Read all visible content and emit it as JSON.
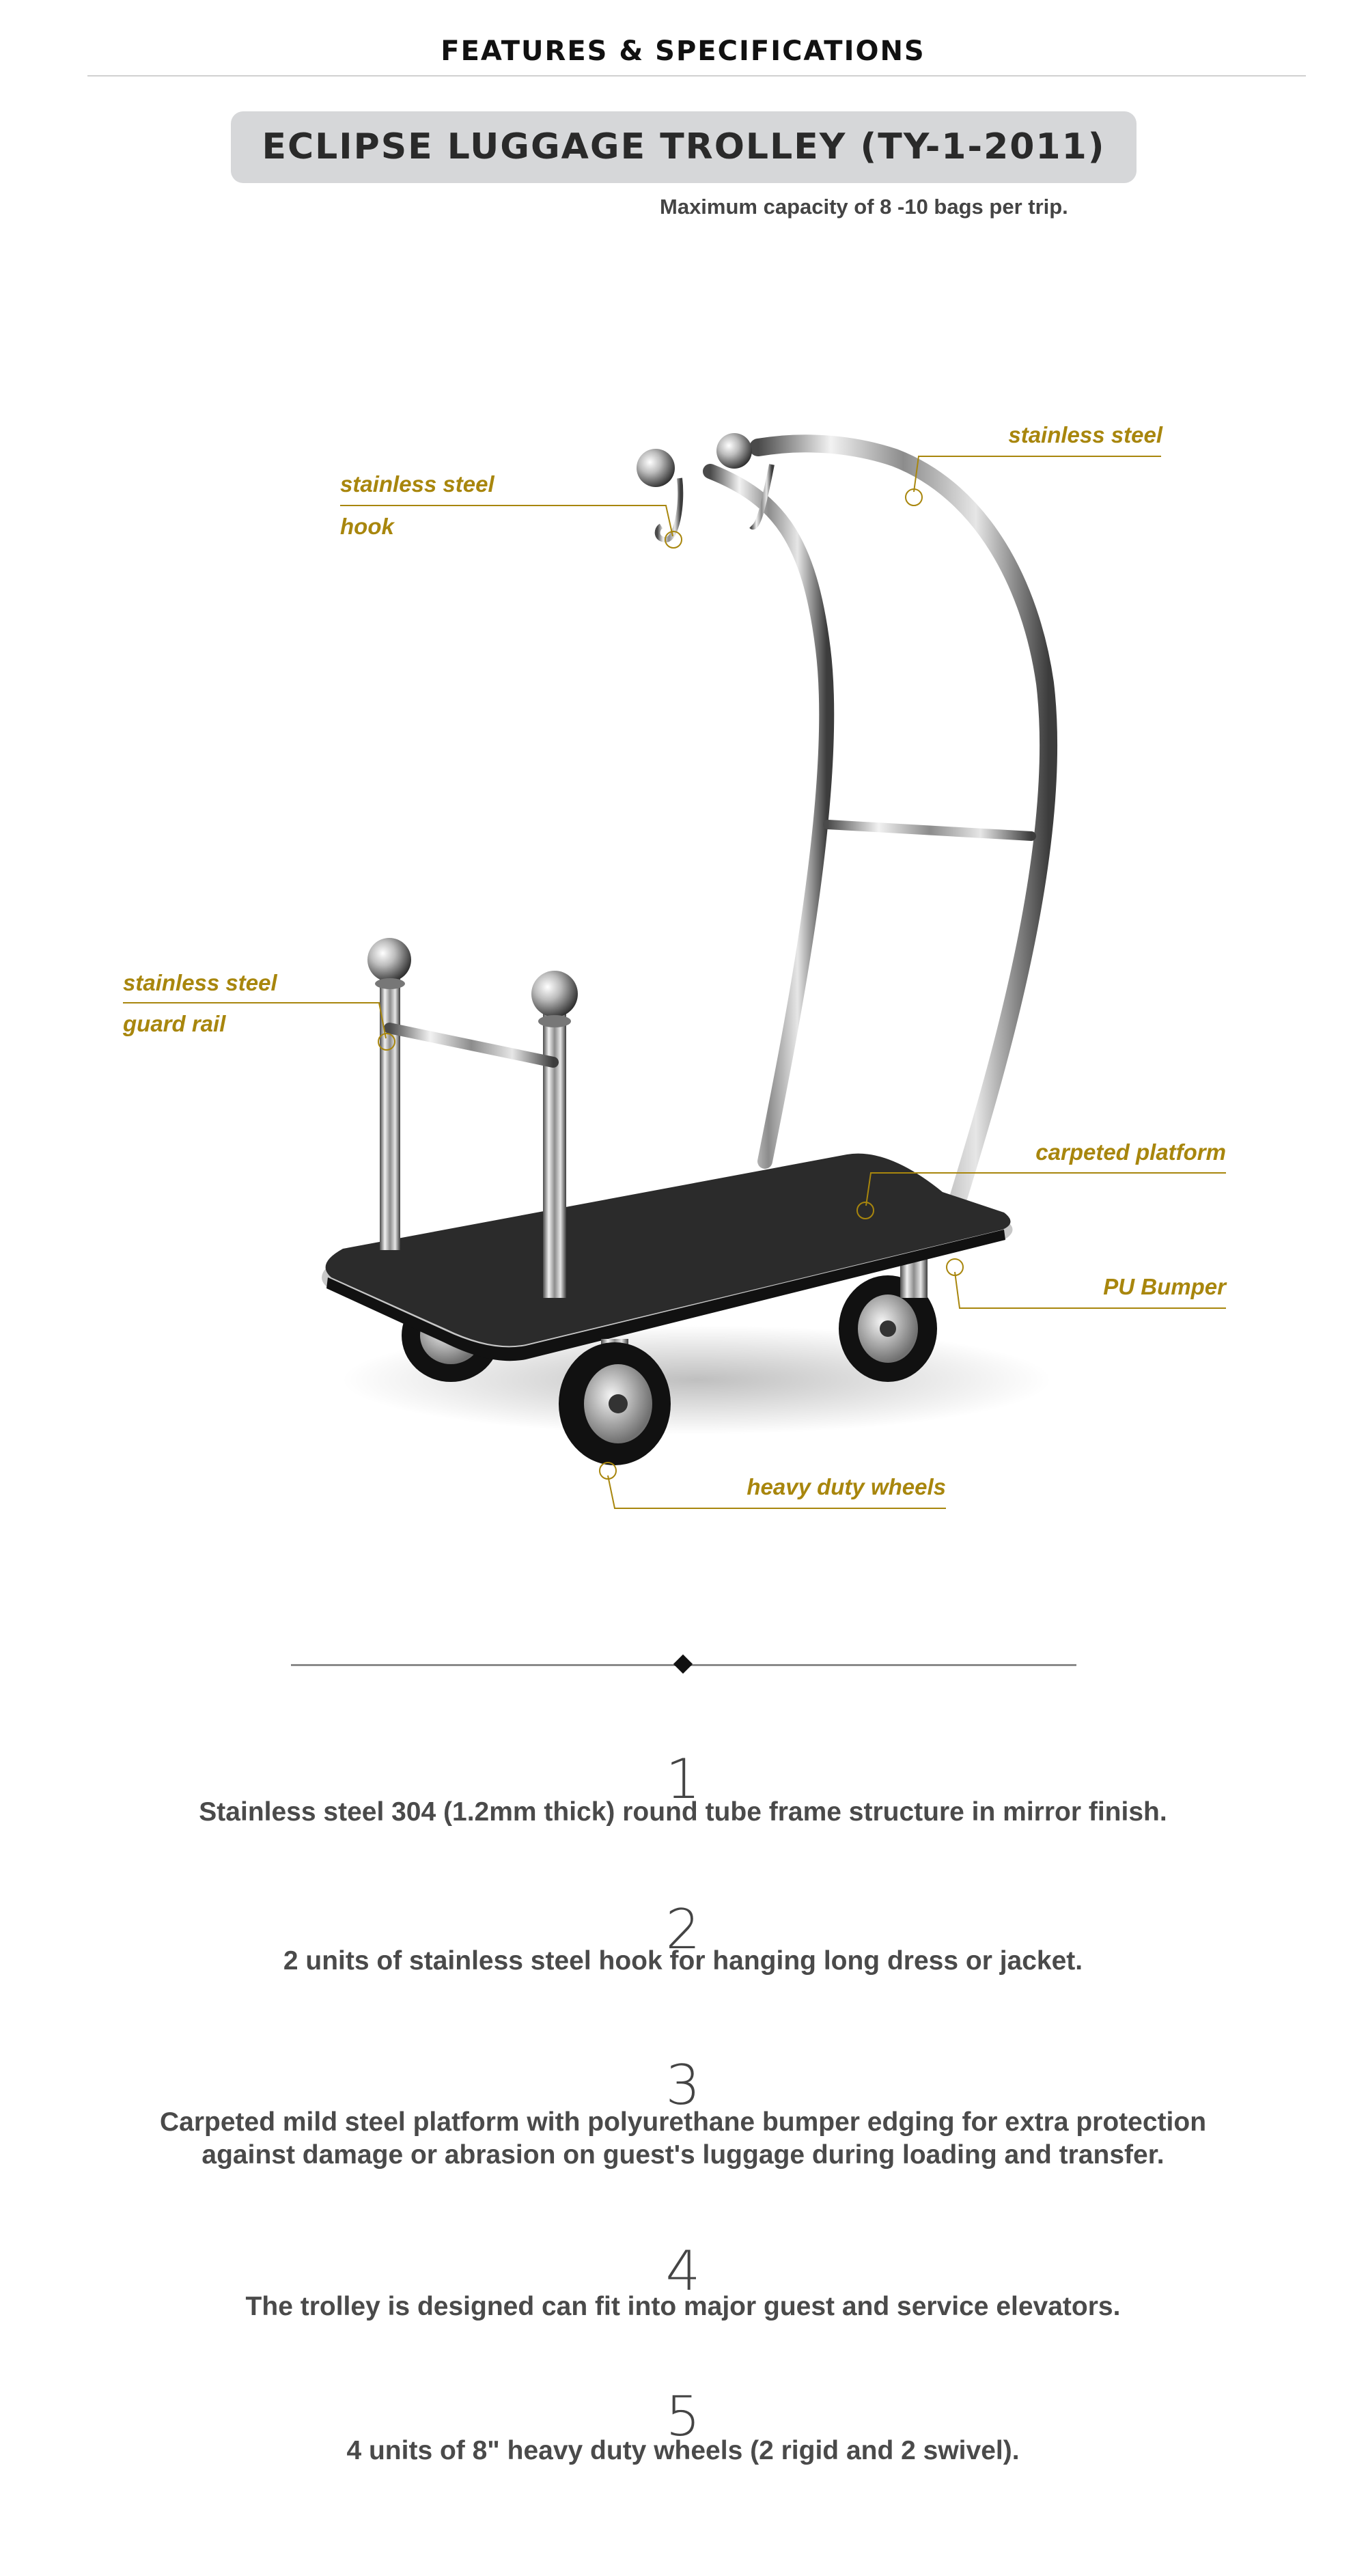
{
  "header": {
    "title": "FEATURES & SPECIFICATIONS"
  },
  "product": {
    "title": "ECLIPSE LUGGAGE TROLLEY (TY-1-2011)",
    "capacity": "Maximum capacity of 8 -10 bags per trip."
  },
  "callouts": {
    "hook_line1": "stainless steel",
    "hook_line2": "hook",
    "frame": "stainless steel",
    "rail_line1": "stainless steel",
    "rail_line2": "guard rail",
    "platform": "carpeted platform",
    "bumper": "PU Bumper",
    "wheels": "heavy duty wheels"
  },
  "colors": {
    "accent": "#a8860d",
    "pill": "#d6d7d9",
    "text": "#4a4a4a"
  },
  "features": [
    {
      "num": "1",
      "text": "Stainless steel 304 (1.2mm thick) round tube frame structure in mirror finish."
    },
    {
      "num": "2",
      "text": "2 units of stainless steel hook for hanging long dress or jacket."
    },
    {
      "num": "3",
      "line1": "Carpeted mild steel platform with polyurethane bumper edging for extra protection",
      "line2": "against damage or abrasion on guest's luggage during loading and transfer."
    },
    {
      "num": "4",
      "text": "The trolley is designed can fit into major guest and service elevators."
    },
    {
      "num": "5",
      "text": "4 units of 8\" heavy duty wheels (2 rigid and 2 swivel)."
    }
  ]
}
